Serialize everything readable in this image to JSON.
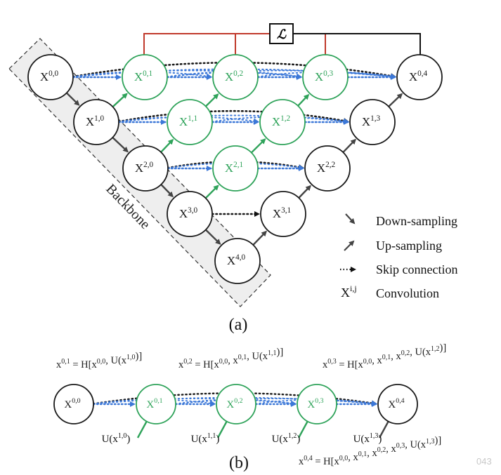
{
  "panel_a": {
    "loss_symbol": "ℒ",
    "backbone_label": "Backbone",
    "caption": "(a)",
    "nodes": [
      {
        "id": "n00",
        "base": "X",
        "sup": "0,0",
        "style": "black"
      },
      {
        "id": "n10",
        "base": "X",
        "sup": "1,0",
        "style": "black"
      },
      {
        "id": "n20",
        "base": "X",
        "sup": "2,0",
        "style": "black"
      },
      {
        "id": "n30",
        "base": "X",
        "sup": "3,0",
        "style": "black"
      },
      {
        "id": "n40",
        "base": "X",
        "sup": "4,0",
        "style": "black"
      },
      {
        "id": "n01",
        "base": "X",
        "sup": "0,1",
        "style": "green"
      },
      {
        "id": "n02",
        "base": "X",
        "sup": "0,2",
        "style": "green"
      },
      {
        "id": "n03",
        "base": "X",
        "sup": "0,3",
        "style": "green"
      },
      {
        "id": "n11",
        "base": "X",
        "sup": "1,1",
        "style": "green"
      },
      {
        "id": "n12",
        "base": "X",
        "sup": "1,2",
        "style": "green"
      },
      {
        "id": "n21",
        "base": "X",
        "sup": "2,1",
        "style": "green"
      },
      {
        "id": "n04",
        "base": "X",
        "sup": "0,4",
        "style": "black"
      },
      {
        "id": "n13",
        "base": "X",
        "sup": "1,3",
        "style": "black"
      },
      {
        "id": "n22",
        "base": "X",
        "sup": "2,2",
        "style": "black"
      },
      {
        "id": "n31",
        "base": "X",
        "sup": "3,1",
        "style": "black"
      }
    ],
    "legend": [
      {
        "kind": "down",
        "label": "Down-sampling"
      },
      {
        "kind": "up",
        "label": "Up-sampling"
      },
      {
        "kind": "skip",
        "label": "Skip connection"
      },
      {
        "kind": "conv",
        "symbol_base": "X",
        "symbol_sup": "i,j",
        "label": "Convolution"
      }
    ]
  },
  "panel_b": {
    "caption": "(b)",
    "nodes": [
      {
        "id": "b00",
        "base": "X",
        "sup": "0,0",
        "style": "black"
      },
      {
        "id": "b01",
        "base": "X",
        "sup": "0,1",
        "style": "green"
      },
      {
        "id": "b02",
        "base": "X",
        "sup": "0,2",
        "style": "green"
      },
      {
        "id": "b03",
        "base": "X",
        "sup": "0,3",
        "style": "green"
      },
      {
        "id": "b04",
        "base": "X",
        "sup": "0,4",
        "style": "black"
      }
    ],
    "equations": [
      {
        "id": "eq01",
        "lhs": "x",
        "lhs_sup": "0,1",
        "rhs": [
          [
            "= H[x",
            ""
          ],
          [
            "0,0",
            1
          ],
          [
            ", U(x",
            ""
          ],
          [
            "1,0",
            1
          ],
          [
            ")]",
            ""
          ]
        ]
      },
      {
        "id": "eq02",
        "lhs": "x",
        "lhs_sup": "0,2",
        "rhs": [
          [
            "= H[x",
            ""
          ],
          [
            "0,0",
            1
          ],
          [
            ", x",
            ""
          ],
          [
            "0,1",
            1
          ],
          [
            ", U(x",
            ""
          ],
          [
            "1,1",
            1
          ],
          [
            ")]",
            ""
          ]
        ]
      },
      {
        "id": "eq03",
        "lhs": "x",
        "lhs_sup": "0,3",
        "rhs": [
          [
            "= H[x",
            ""
          ],
          [
            "0,0",
            1
          ],
          [
            ", x",
            ""
          ],
          [
            "0,1",
            1
          ],
          [
            ", x",
            ""
          ],
          [
            "0,2",
            1
          ],
          [
            ", U(x",
            ""
          ],
          [
            "1,2",
            1
          ],
          [
            ")]",
            ""
          ]
        ]
      },
      {
        "id": "eq04",
        "lhs": "x",
        "lhs_sup": "0,4",
        "rhs": [
          [
            "= H[x",
            ""
          ],
          [
            "0,0",
            1
          ],
          [
            ", x",
            ""
          ],
          [
            "0,1",
            1
          ],
          [
            ", x",
            ""
          ],
          [
            "0,2",
            1
          ],
          [
            ", x",
            ""
          ],
          [
            "0,3",
            1
          ],
          [
            ", U(x",
            ""
          ],
          [
            "1,3",
            1
          ],
          [
            ")]",
            ""
          ]
        ]
      }
    ],
    "u_labels": [
      {
        "id": "u1",
        "text": "U(x",
        "sup": "1,0",
        "tail": ")"
      },
      {
        "id": "u2",
        "text": "U(x",
        "sup": "1,1",
        "tail": ")"
      },
      {
        "id": "u3",
        "text": "U(x",
        "sup": "1,2",
        "tail": ")"
      },
      {
        "id": "u4",
        "text": "U(x",
        "sup": "1,3",
        "tail": ")"
      }
    ]
  },
  "watermark": "043",
  "colors": {
    "green": "#2fa35a",
    "black": "#1a1a1a",
    "blue": "#3c78d8",
    "red": "#c0392b",
    "arrow_gray": "#444444",
    "backbone_fill": "#eeeeee"
  }
}
